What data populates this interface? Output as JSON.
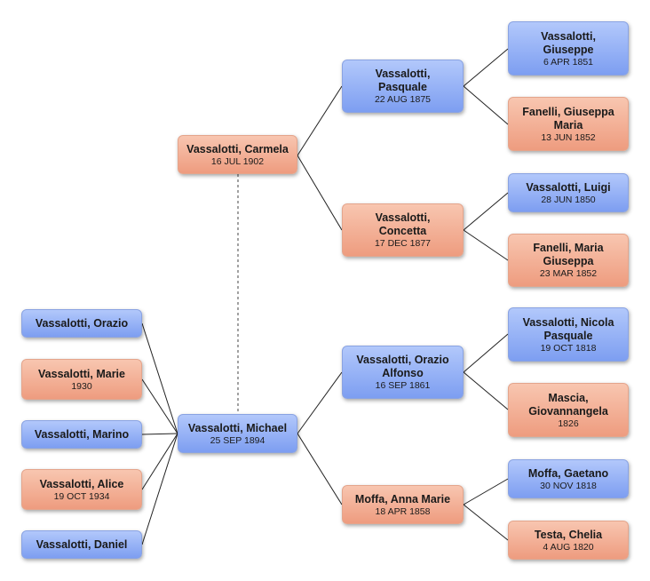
{
  "people": {
    "orazio": {
      "name": "Vassalotti, Orazio",
      "date": ""
    },
    "marie": {
      "name": "Vassalotti, Marie",
      "date": "1930"
    },
    "marino": {
      "name": "Vassalotti, Marino",
      "date": ""
    },
    "alice": {
      "name": "Vassalotti, Alice",
      "date": "19 OCT 1934"
    },
    "daniel": {
      "name": "Vassalotti, Daniel",
      "date": ""
    },
    "carmela": {
      "name": "Vassalotti, Carmela",
      "date": "16 JUL 1902"
    },
    "michael": {
      "name": "Vassalotti, Michael",
      "date": "25 SEP 1894"
    },
    "pasquale": {
      "name": "Vassalotti, Pasquale",
      "date": "22 AUG 1875"
    },
    "concetta": {
      "name": "Vassalotti, Concetta",
      "date": "17 DEC 1877"
    },
    "orazio_alfonso": {
      "name": "Vassalotti, Orazio Alfonso",
      "date": "16 SEP 1861"
    },
    "anna_marie": {
      "name": "Moffa, Anna Marie",
      "date": "18 APR 1858"
    },
    "giuseppe": {
      "name": "Vassalotti, Giuseppe",
      "date": "6 APR 1851"
    },
    "giuseppa_maria": {
      "name": "Fanelli, Giuseppa Maria",
      "date": "13 JUN 1852"
    },
    "luigi": {
      "name": "Vassalotti, Luigi",
      "date": "28 JUN 1850"
    },
    "maria_giuseppa": {
      "name": "Fanelli, Maria Giuseppa",
      "date": "23 MAR 1852"
    },
    "nicola": {
      "name": "Vassalotti, Nicola Pasquale",
      "date": "19 OCT 1818"
    },
    "giovannangela": {
      "name": "Mascia, Giovannangela",
      "date": "1826"
    },
    "gaetano": {
      "name": "Moffa, Gaetano",
      "date": "30 NOV 1818"
    },
    "chelia": {
      "name": "Testa, Chelia",
      "date": "4 AUG 1820"
    }
  },
  "colors": {
    "male": "#8fadf5",
    "female": "#f2ad93",
    "line": "#222222"
  }
}
